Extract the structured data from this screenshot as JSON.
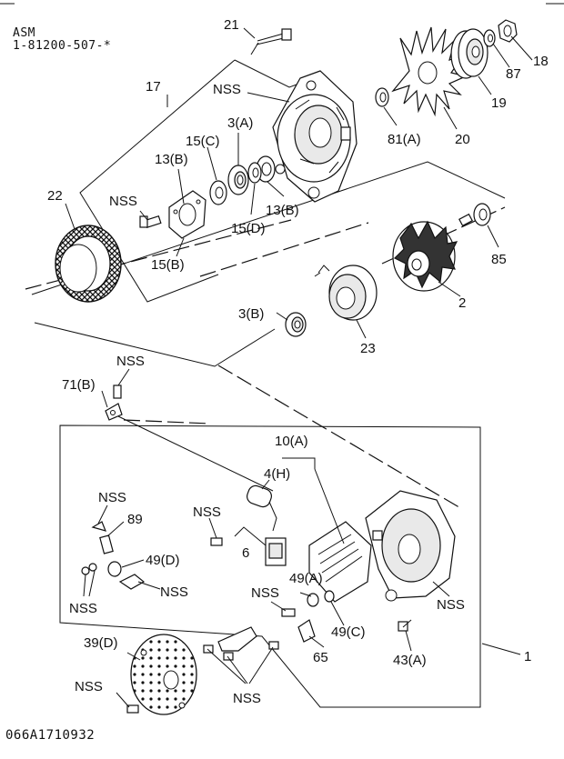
{
  "header": {
    "line1": "ASM",
    "line2": "1-81200-507-*"
  },
  "footer": {
    "code": "066A1710932"
  },
  "labels": {
    "p21": "21",
    "p18": "18",
    "p87": "87",
    "p19": "19",
    "p20": "20",
    "p17": "17",
    "nss_top": "NSS",
    "p81a": "81(A)",
    "p3a": "3(A)",
    "p15c": "15(C)",
    "p13b_l": "13(B)",
    "p13b_r": "13(B)",
    "p15d": "15(D)",
    "p22": "22",
    "nss_frame": "NSS",
    "p15b": "15(B)",
    "p85": "85",
    "p2": "2",
    "p3b": "3(B)",
    "p23": "23",
    "nss_71b": "NSS",
    "p71b": "71(B)",
    "p10a": "10(A)",
    "p4h": "4(H)",
    "nss_89": "NSS",
    "p89": "89",
    "nss_6": "NSS",
    "p6": "6",
    "p49d": "49(D)",
    "p49a": "49(A)",
    "nss_49a": "NSS",
    "nss_pair": "NSS",
    "nss_clip": "NSS",
    "nss_rear": "NSS",
    "p49c": "49(C)",
    "p65": "65",
    "p43a": "43(A)",
    "p1": "1",
    "p39d": "39(D)",
    "nss_cover": "NSS",
    "nss_bottom": "NSS"
  }
}
